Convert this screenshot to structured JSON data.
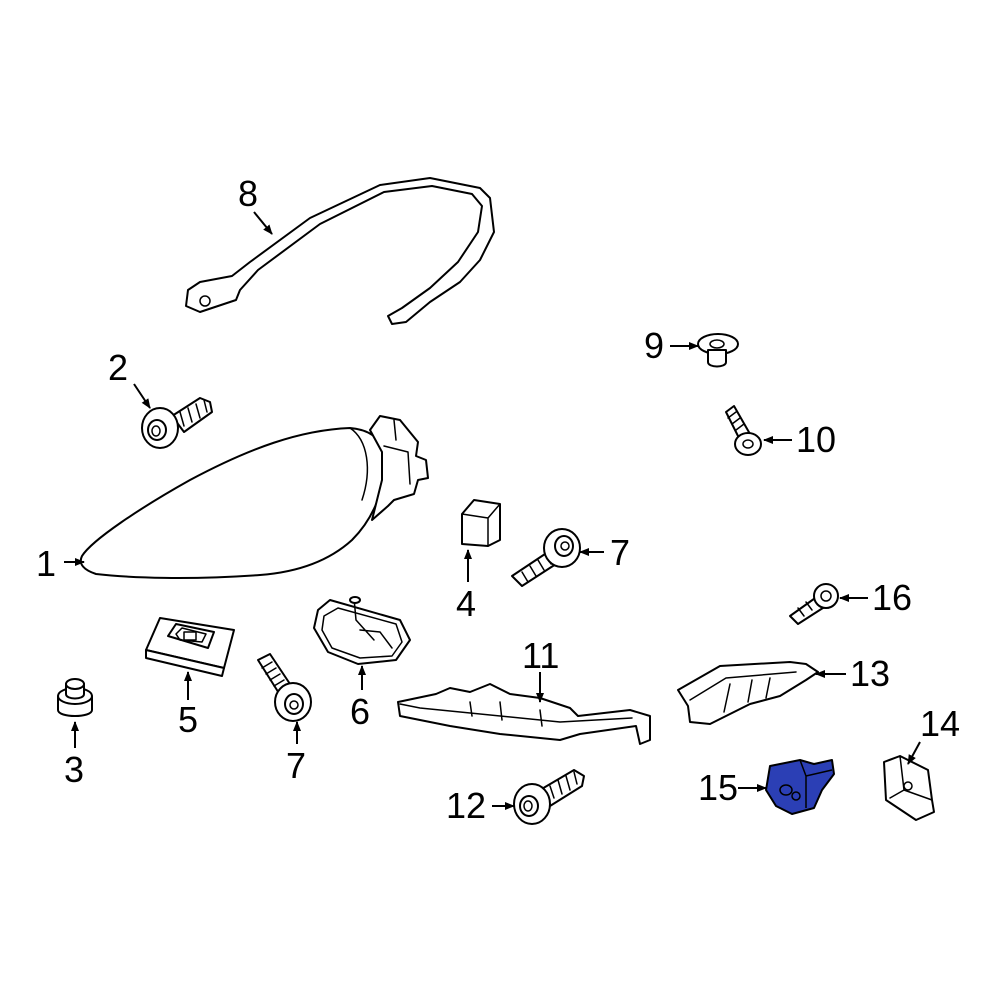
{
  "colors": {
    "highlight": "#2b3fb5",
    "line": "#000000",
    "background": "#ffffff"
  },
  "highlighted_part": "15",
  "parts": [
    {
      "id": "p1",
      "label": "1",
      "description": "headlamp-assembly"
    },
    {
      "id": "p2",
      "label": "2",
      "description": "bolt"
    },
    {
      "id": "p3",
      "label": "3",
      "description": "grommet"
    },
    {
      "id": "p4",
      "label": "4",
      "description": "control-module"
    },
    {
      "id": "p5",
      "label": "5",
      "description": "ballast"
    },
    {
      "id": "p6",
      "label": "6",
      "description": "cover"
    },
    {
      "id": "p7a",
      "label": "7",
      "description": "screw"
    },
    {
      "id": "p7b",
      "label": "7",
      "description": "screw"
    },
    {
      "id": "p8",
      "label": "8",
      "description": "seal"
    },
    {
      "id": "p9",
      "label": "9",
      "description": "nut"
    },
    {
      "id": "p10",
      "label": "10",
      "description": "screw"
    },
    {
      "id": "p11",
      "label": "11",
      "description": "bracket"
    },
    {
      "id": "p12",
      "label": "12",
      "description": "bolt"
    },
    {
      "id": "p13",
      "label": "13",
      "description": "bracket"
    },
    {
      "id": "p14",
      "label": "14",
      "description": "nut"
    },
    {
      "id": "p15",
      "label": "15",
      "description": "bracket"
    },
    {
      "id": "p16",
      "label": "16",
      "description": "screw"
    }
  ]
}
